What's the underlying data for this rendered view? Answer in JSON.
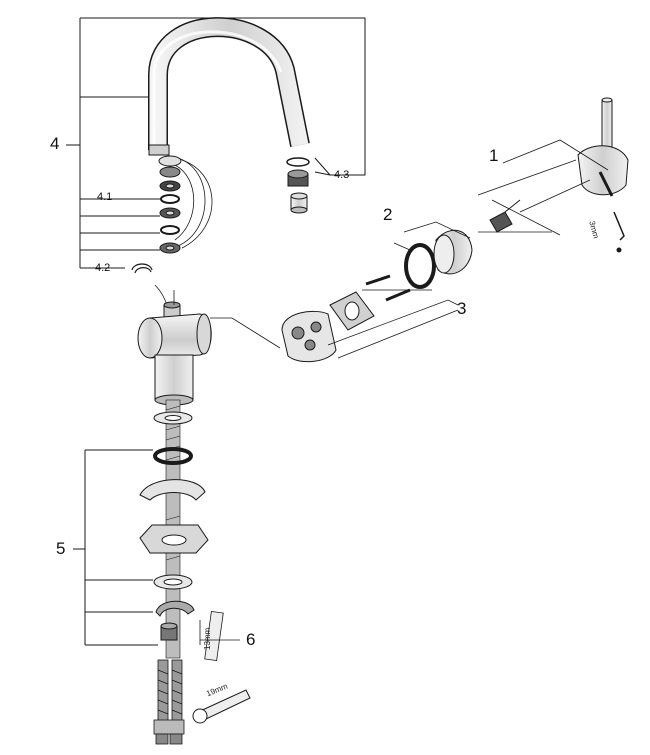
{
  "labels": {
    "callout_1": "1",
    "callout_2": "2",
    "callout_3": "3",
    "callout_4": "4",
    "callout_4_1": "4.1",
    "callout_4_2": "4.2",
    "callout_4_3": "4.3",
    "callout_5": "5",
    "callout_6": "6"
  },
  "dimensions": {
    "hex_key": "3mm",
    "tool_13": "13mm",
    "wrench_19": "19mm"
  },
  "colors": {
    "line": "#1a1a1a",
    "part_fill": "#e6e6e6",
    "dark_fill": "#9a9a9a"
  }
}
